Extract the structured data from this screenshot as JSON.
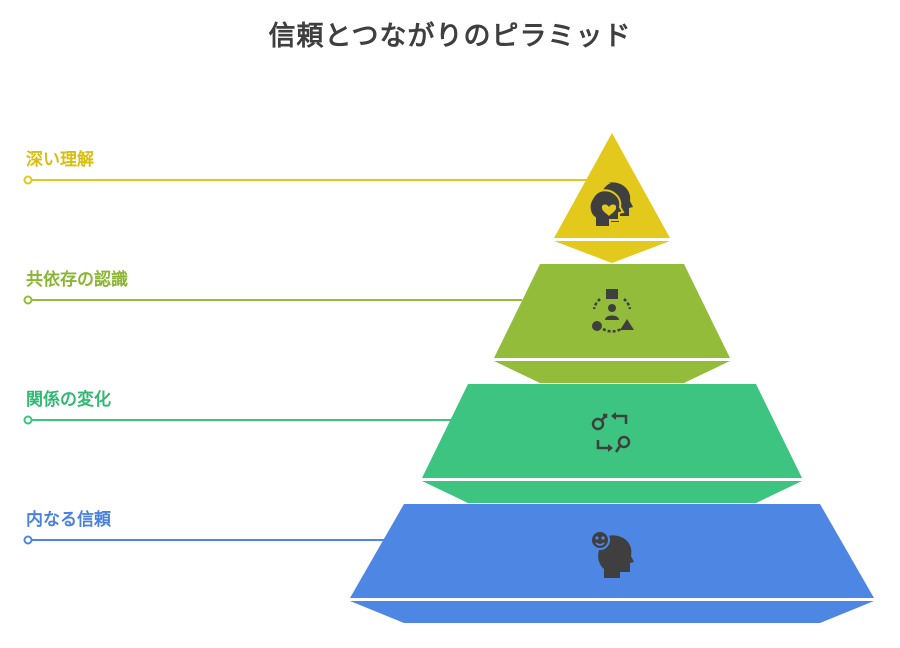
{
  "title": "信頼とつながりのピラミッド",
  "levels": [
    {
      "label": "深い理解",
      "color": "#e2c91b",
      "shade": "#c9b200",
      "icon": "heart-head-icon"
    },
    {
      "label": "共依存の認識",
      "color": "#93bc3b",
      "shade": "#7ea52c",
      "icon": "network-user-icon"
    },
    {
      "label": "関係の変化",
      "color": "#3cc480",
      "shade": "#2fae6e",
      "icon": "change-arrows-icon"
    },
    {
      "label": "内なる信頼",
      "color": "#4d86e3",
      "shade": "#3f74cc",
      "icon": "smiling-head-icon"
    }
  ]
}
